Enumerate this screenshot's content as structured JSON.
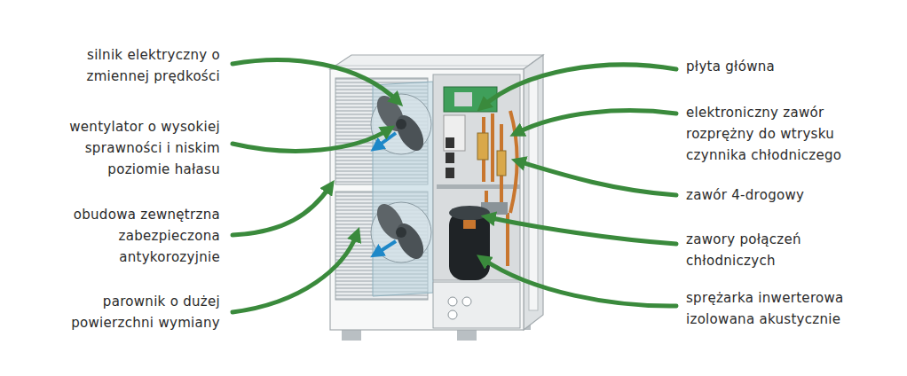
{
  "diagram": {
    "labels": [
      "silnik elektryczny o zmiennej prędkości",
      "wentylator o wysokiej sprawności i niskim poziomie hałasu",
      "obudowa zewnętrzna zabezpieczona antykorozyjnie",
      "parownik o dużej powierzchni wymiany",
      "płyta główna",
      "elektroniczny zawór rozprężny do wtrysku czynnika chłodniczego",
      "zawór 4-drogowy",
      "zawory połączeń chłodniczych",
      "sprężarka inwerterowa izolowana akustycznie"
    ]
  }
}
